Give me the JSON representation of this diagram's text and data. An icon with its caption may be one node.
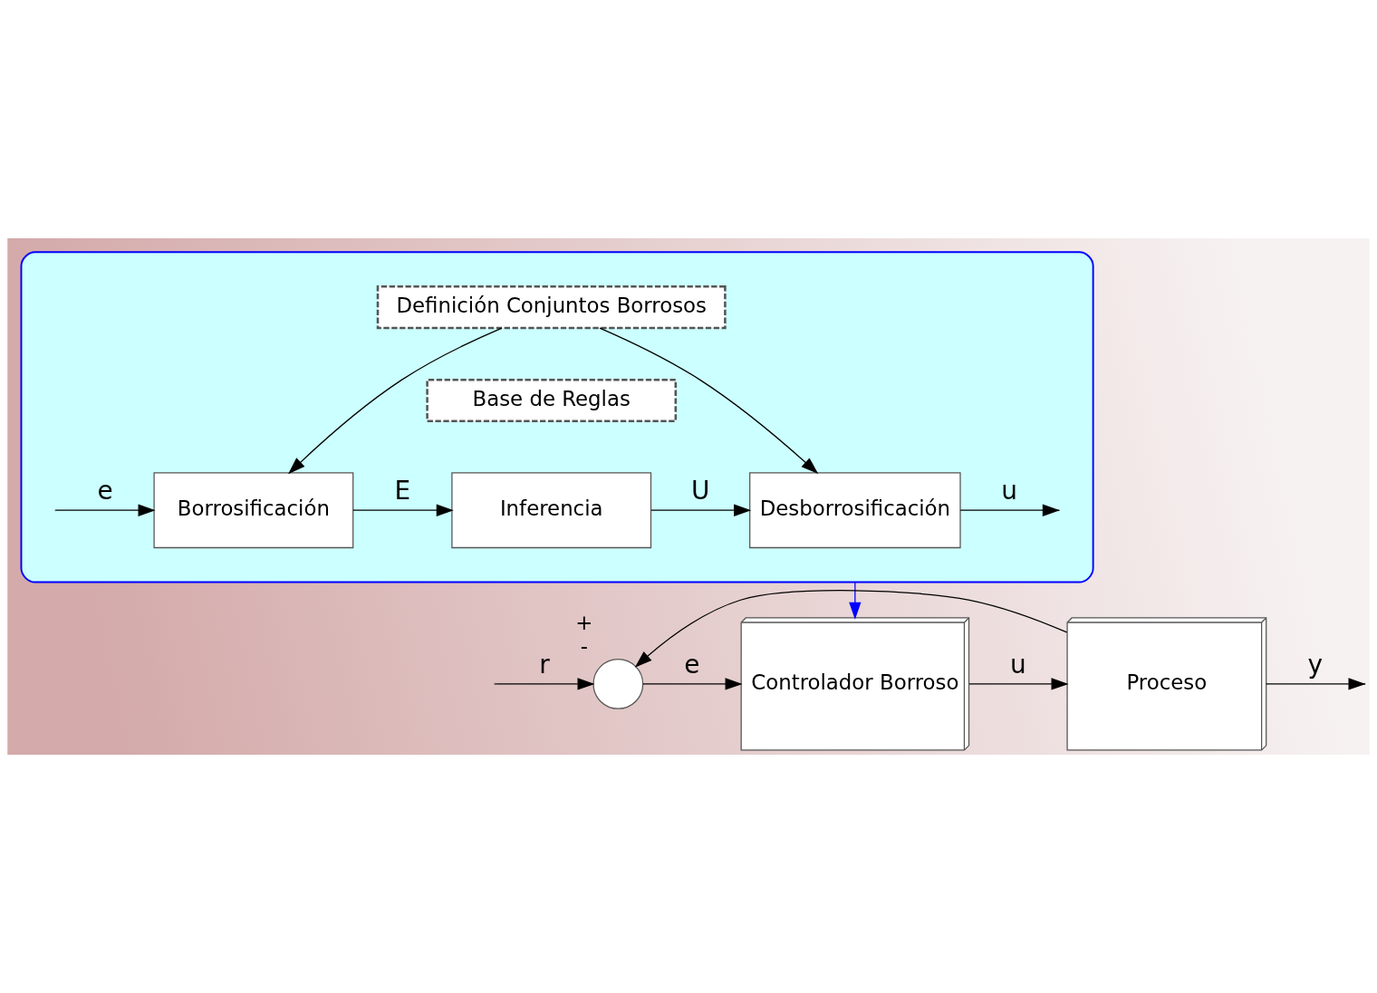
{
  "diagram": {
    "nodes": [
      {
        "text": [],
        "shape": "ellipse"
      },
      {
        "text": [
          "Definición Conjuntos Borrosos"
        ],
        "in": 0
      },
      {
        "text": [
          "Base de Reglas"
        ],
        "in": 0
      },
      {
        "text": [
          "Borrosificación"
        ],
        "in": 0
      },
      {
        "text": [
          "Inferencia"
        ],
        "in": 0
      },
      {
        "text": [
          "Desborrosificación"
        ],
        "in": 0
      },
      {
        "text": [],
        "shape": "circle",
        "beside": [
          "+",
          "-"
        ]
      },
      {
        "text": [
          "Controlador Borroso"
        ]
      },
      {
        "text": [
          "Proceso"
        ]
      }
    ],
    "edges": [
      {
        "from": 1,
        "to": 3,
        "arrow": "to"
      },
      {
        "from": 1,
        "to": 5,
        "arrow": "to"
      },
      {
        "from": null,
        "to": 3,
        "arrow": "to",
        "label": "e"
      },
      {
        "from": 3,
        "to": 4,
        "arrow": "to",
        "label": "E"
      },
      {
        "from": 4,
        "to": 5,
        "arrow": "to",
        "label": "U"
      },
      {
        "from": 5,
        "to": null,
        "arrow": "to",
        "label": "u"
      },
      {
        "from": 0,
        "to": 7,
        "arrow": "to",
        "color": "#0000ff"
      },
      {
        "from": null,
        "to": 6,
        "arrow": "to",
        "label": "r"
      },
      {
        "from": 6,
        "to": 7,
        "arrow": "to",
        "label": "e"
      },
      {
        "from": 7,
        "to": 8,
        "arrow": "to",
        "label": "u"
      },
      {
        "from": 8,
        "to": null,
        "arrow": "to",
        "label": "y"
      },
      {
        "from": 8,
        "to": 6,
        "arrow": "to"
      }
    ]
  }
}
